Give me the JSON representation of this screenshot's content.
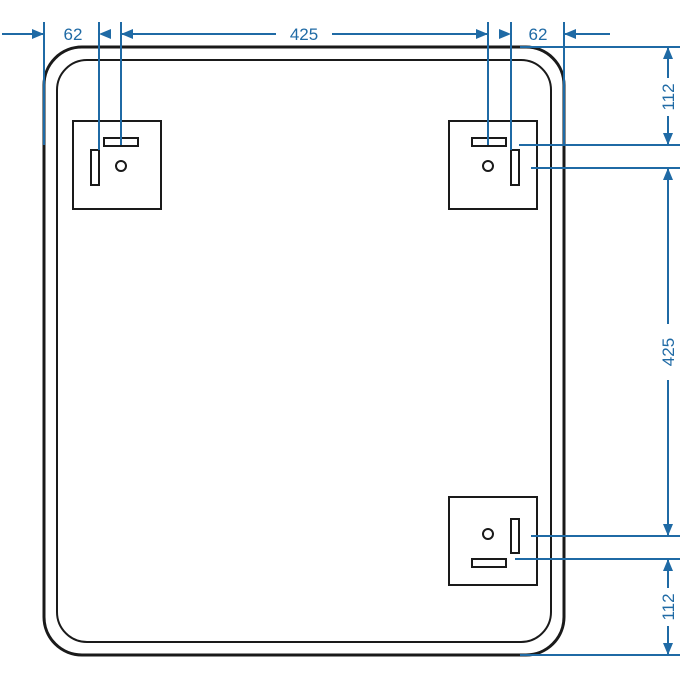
{
  "dimensions": {
    "left_inset": "62",
    "hole_spacing_horizontal": "425",
    "right_inset": "62",
    "top_inset": "112",
    "hole_spacing_vertical": "425",
    "bottom_inset": "112"
  },
  "colors": {
    "dimension": "#1f6aa5",
    "outline": "#1a1a1a",
    "background": "#ffffff"
  }
}
